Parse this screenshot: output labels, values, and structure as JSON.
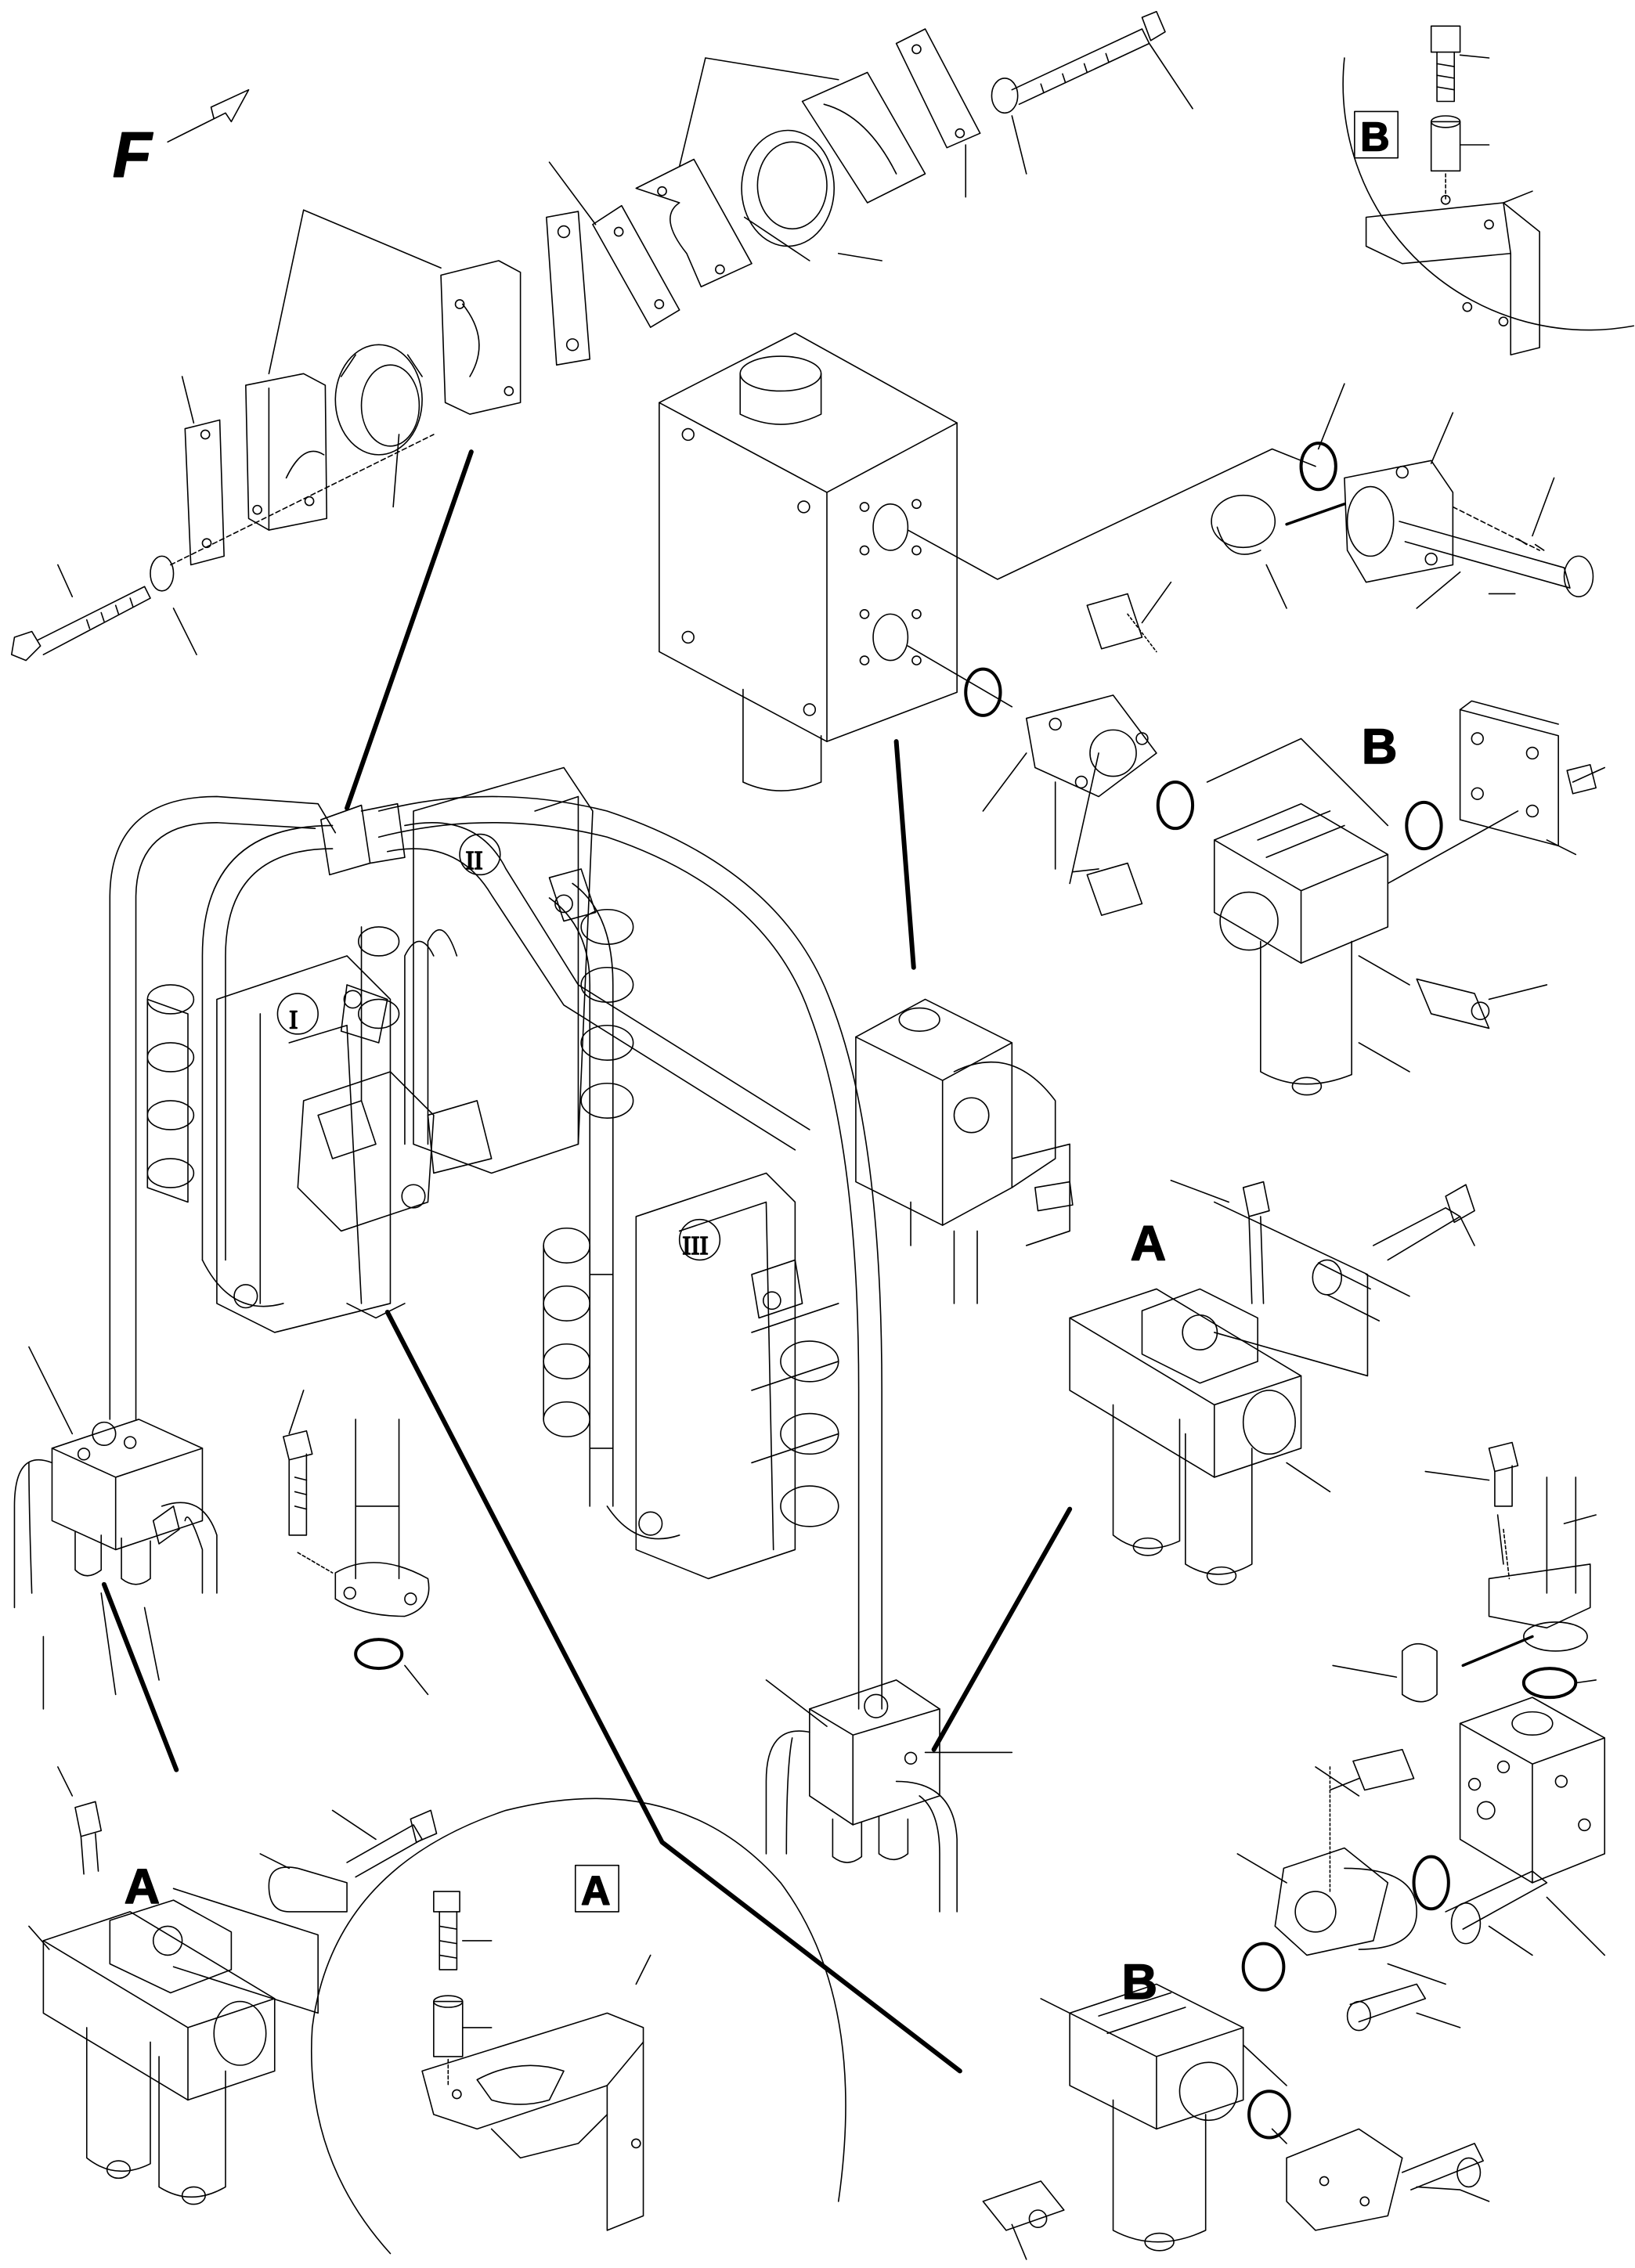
{
  "drawing": {
    "direction_letter": "F",
    "callout_A": "A",
    "callout_B": "B",
    "detail_box_A": "A",
    "detail_box_B": "B",
    "valve_labels": [
      "I",
      "II",
      "III"
    ]
  },
  "colors": {
    "ink": "#000000",
    "paper": "#ffffff"
  }
}
